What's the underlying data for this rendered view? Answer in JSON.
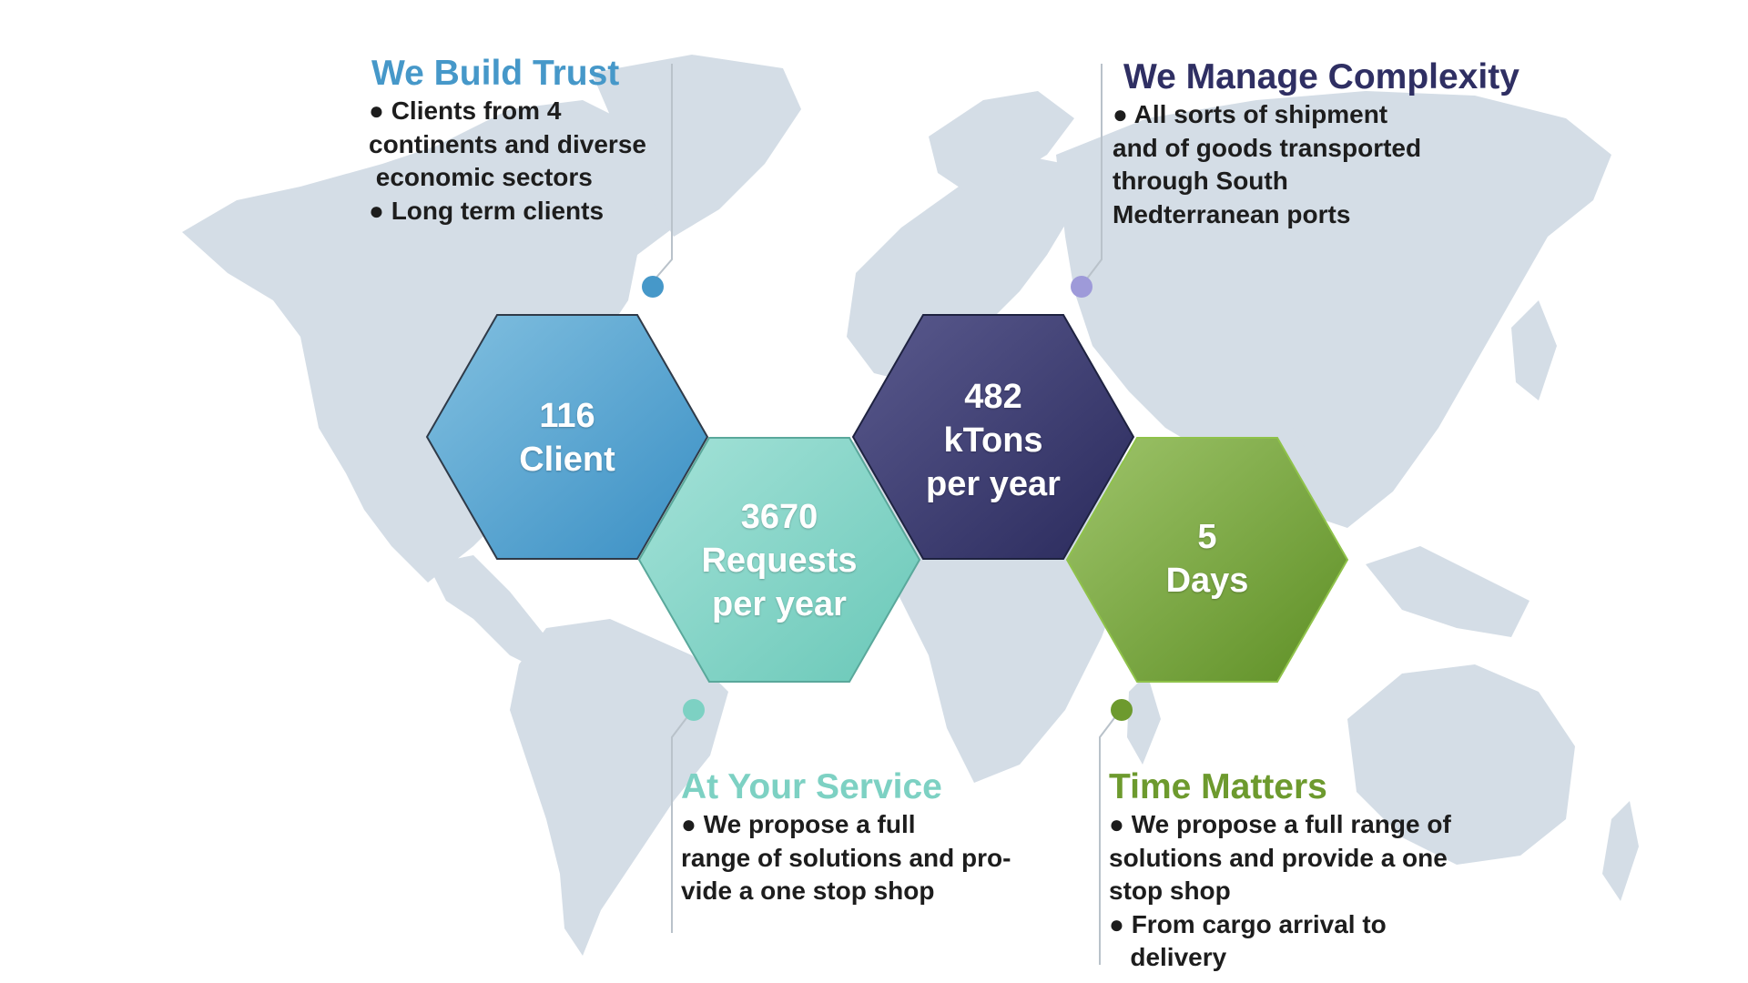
{
  "colors": {
    "map": "#d4dde6",
    "trust": "#4698c9",
    "service": "#7dd1c3",
    "complexity": "#2f2f63",
    "time": "#6d9a2e",
    "connector": "#b9c2ca"
  },
  "hexagons": [
    {
      "id": "clients",
      "lines": [
        "116",
        "Client"
      ]
    },
    {
      "id": "requests",
      "lines": [
        "3670",
        "Requests",
        "per year"
      ]
    },
    {
      "id": "ktons",
      "lines": [
        "482",
        "kTons",
        "per year"
      ]
    },
    {
      "id": "days",
      "lines": [
        "5",
        "Days"
      ]
    }
  ],
  "info_blocks": [
    {
      "id": "trust",
      "title": "We Build Trust",
      "bullet_lines": [
        "● Clients from 4",
        "continents and diverse",
        " economic sectors",
        "● Long term clients"
      ]
    },
    {
      "id": "complexity",
      "title": "We Manage Complexity",
      "bullet_lines": [
        "● All sorts of shipment",
        "and of goods transported",
        "through South",
        "Medterranean ports"
      ]
    },
    {
      "id": "service",
      "title": "At Your Service",
      "bullet_lines": [
        "● We propose a full",
        "range of solutions and pro-",
        "vide a one stop shop"
      ]
    },
    {
      "id": "time",
      "title": "Time Matters",
      "bullet_lines": [
        "● We propose a full range of",
        "solutions and provide a one",
        "stop shop",
        "● From cargo arrival to",
        "   delivery"
      ]
    }
  ]
}
